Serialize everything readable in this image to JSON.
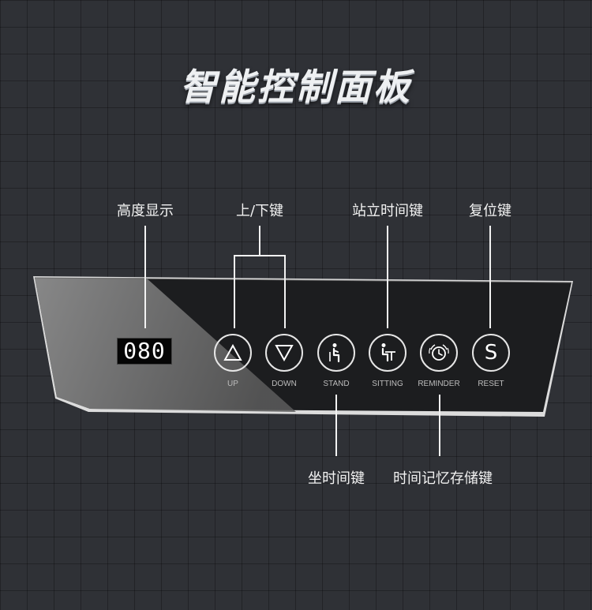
{
  "title": "智能控制面板",
  "display": {
    "value": "080"
  },
  "callouts": {
    "height_display": "高度显示",
    "up_down": "上/下键",
    "stand_time": "站立时间键",
    "reset": "复位键",
    "sit_time": "坐时间键",
    "memory": "时间记忆存储键"
  },
  "buttons": {
    "up": "UP",
    "down": "DOWN",
    "stand": "STAND",
    "sitting": "SITTING",
    "reminder": "REMINDER",
    "reset": "RESET",
    "reset_symbol": "S"
  },
  "colors": {
    "background": "#2f3136",
    "panel": "#1a1b1d",
    "text": "#f2f2f2"
  },
  "icons": [
    "triangle-up-icon",
    "triangle-down-icon",
    "stand-person-icon",
    "sitting-person-icon",
    "clock-reminder-icon"
  ]
}
